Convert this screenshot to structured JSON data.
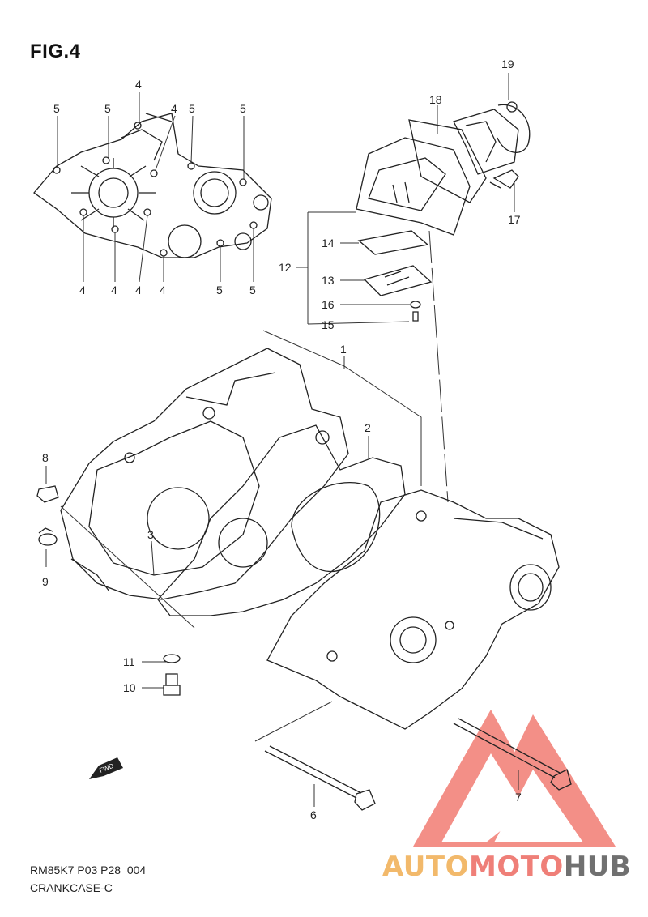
{
  "figure": {
    "title": "FIG.4",
    "code": "RM85K7 P03 P28_004",
    "name": "CRANKCASE-C"
  },
  "watermark": {
    "word_a": "AUTO",
    "word_b": "MOTO",
    "word_c": "HUB",
    "color_a": "#f2b96b",
    "color_b": "#ef7f78",
    "color_c": "#707070",
    "triangle_color": "#f06a60"
  },
  "callouts": {
    "c1": "1",
    "c2": "2",
    "c3": "3",
    "c4": "4",
    "c5": "5",
    "c6": "6",
    "c7": "7",
    "c8": "8",
    "c9": "9",
    "c10": "10",
    "c11": "11",
    "c12": "12",
    "c13": "13",
    "c14": "14",
    "c15": "15",
    "c16": "16",
    "c17": "17",
    "c18": "18",
    "c19": "19"
  },
  "fwd_label": "FWD"
}
